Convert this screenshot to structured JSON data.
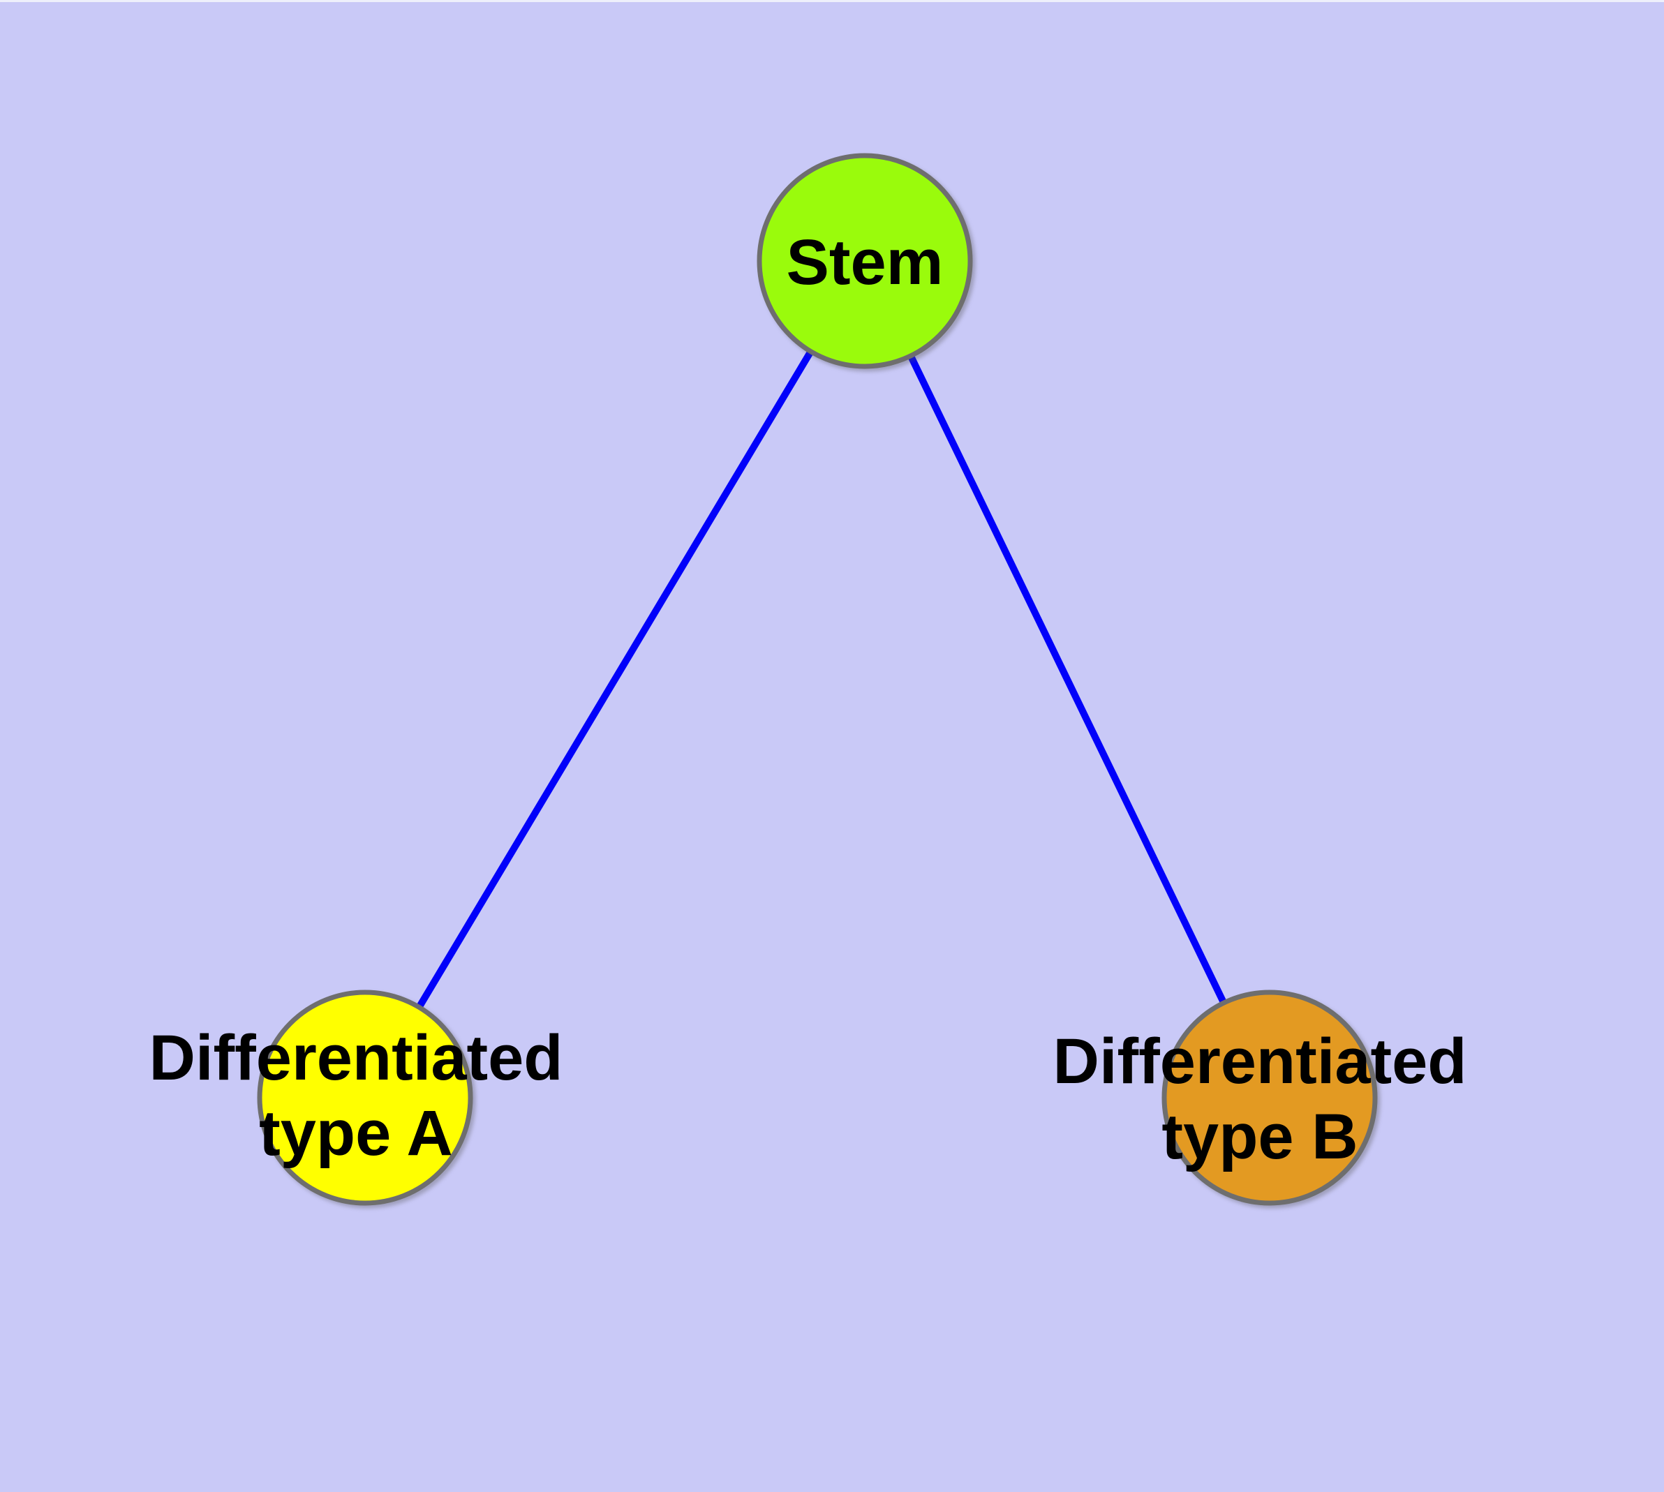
{
  "figure": {
    "background_color": "#c9c9f7",
    "edge_color": "#0101fa",
    "node_border_color": "#6e6e6e",
    "label_color": "#000000"
  },
  "graph": {
    "nodes": [
      {
        "id": "stem",
        "label": "Stem",
        "fill": "#9afb0c"
      },
      {
        "id": "differentiated-type-a",
        "label_line1": "Differentiated",
        "label_line2": "type A",
        "fill": "#ffff00"
      },
      {
        "id": "differentiated-type-b",
        "label_line1": "Differentiated",
        "label_line2": "type B",
        "fill": "#e39a22"
      }
    ],
    "edges": [
      {
        "from": "Stem",
        "to": "Differentiated type A"
      },
      {
        "from": "Stem",
        "to": "Differentiated type B"
      }
    ]
  }
}
